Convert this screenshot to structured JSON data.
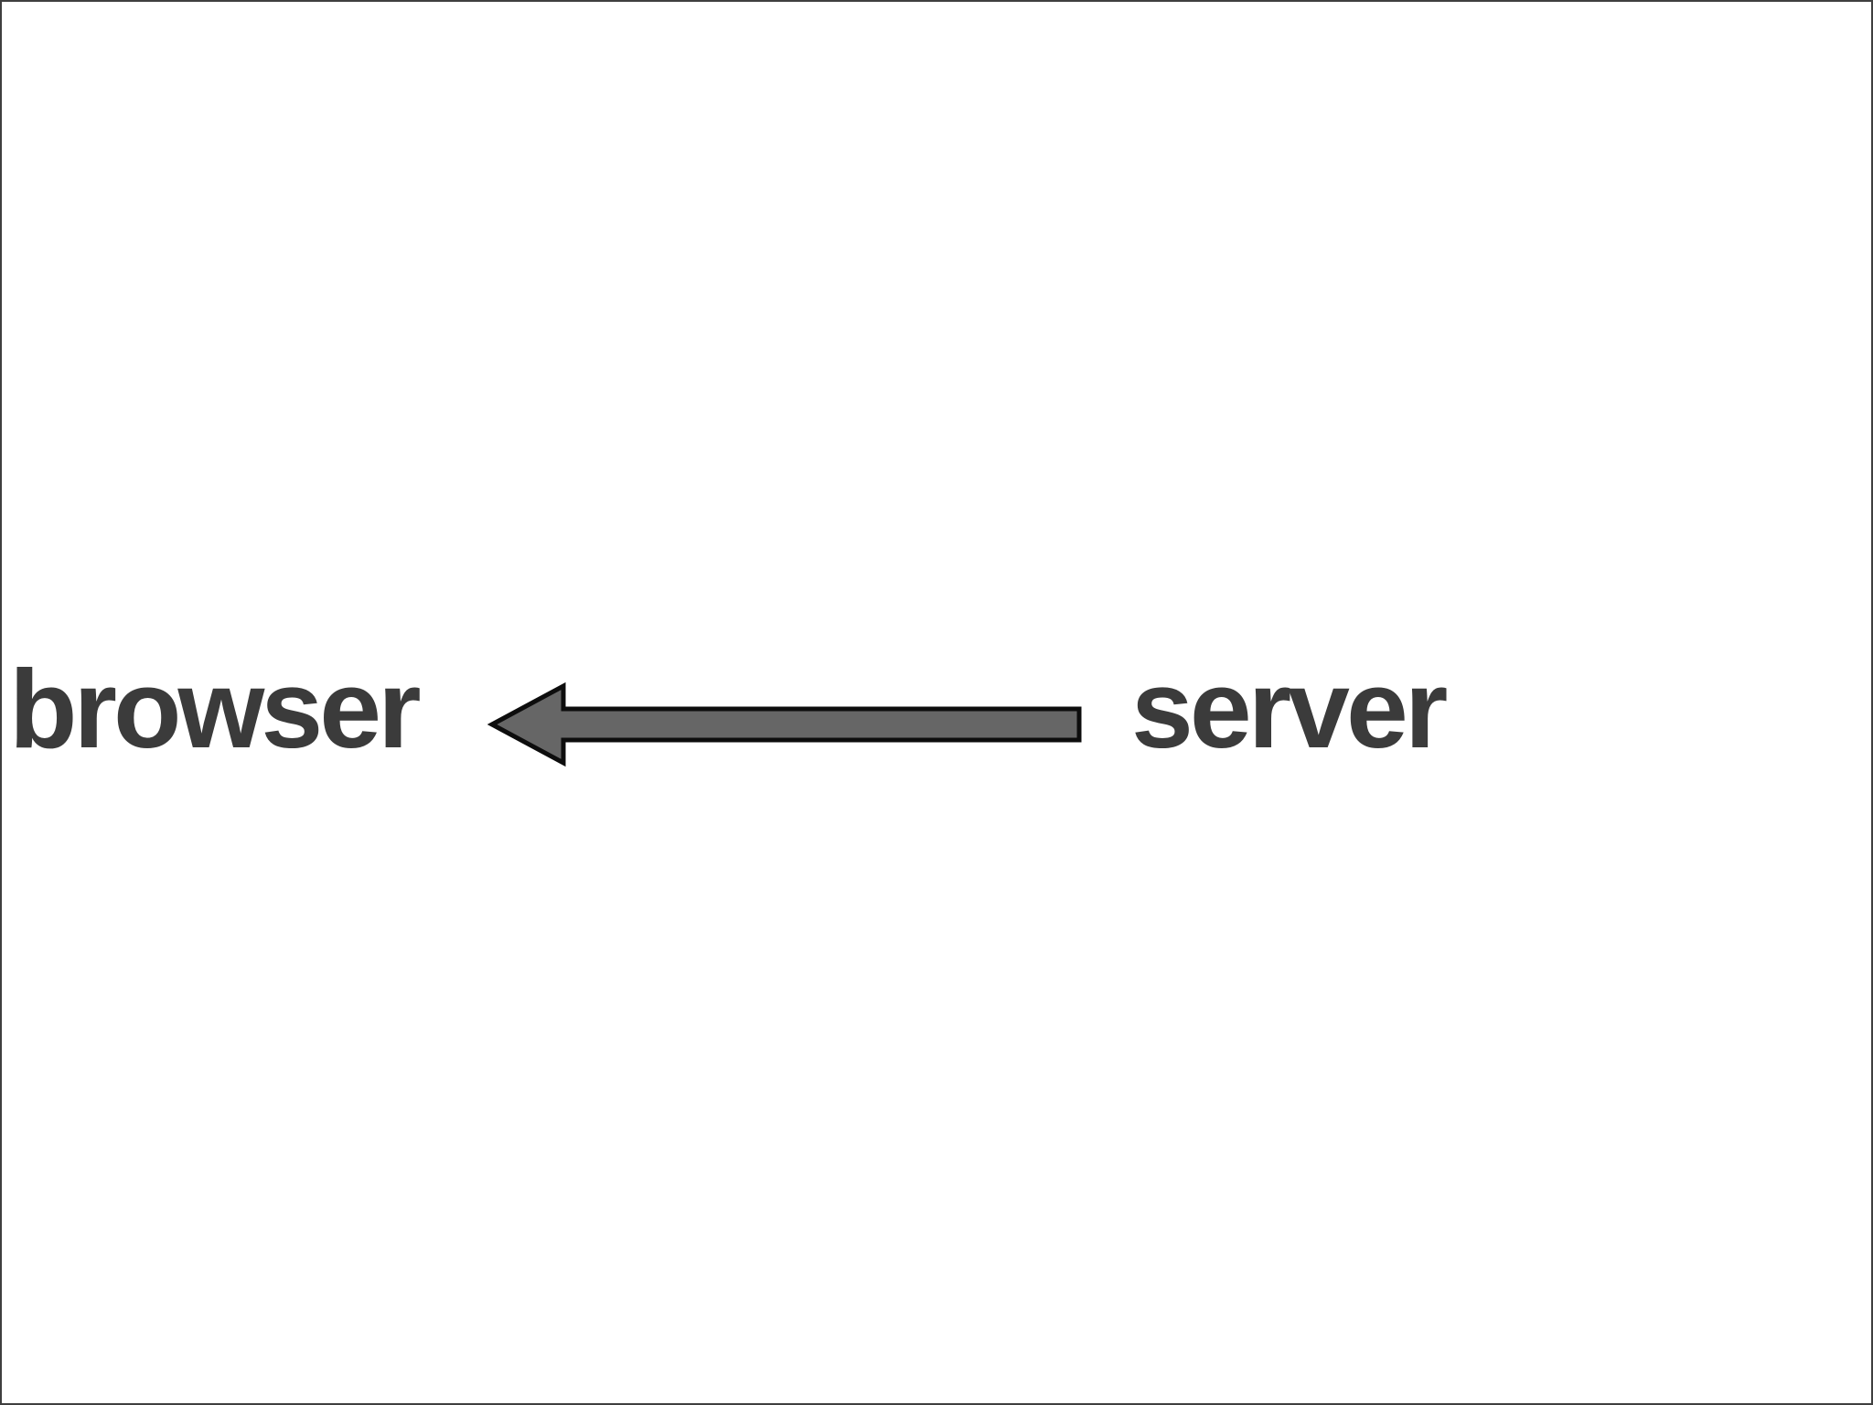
{
  "diagram": {
    "background_color": "#ffffff",
    "border_color": "#3f3f3f",
    "text_color": "#3b3b3b",
    "nodes": {
      "browser": {
        "label": "browser"
      },
      "server": {
        "label": "server"
      }
    },
    "arrow": {
      "name": "server-to-browser-arrow",
      "direction": "left",
      "from": "server",
      "to": "browser",
      "fill": "#666666",
      "stroke": "#0d0d0d",
      "stroke_width": "5"
    }
  }
}
